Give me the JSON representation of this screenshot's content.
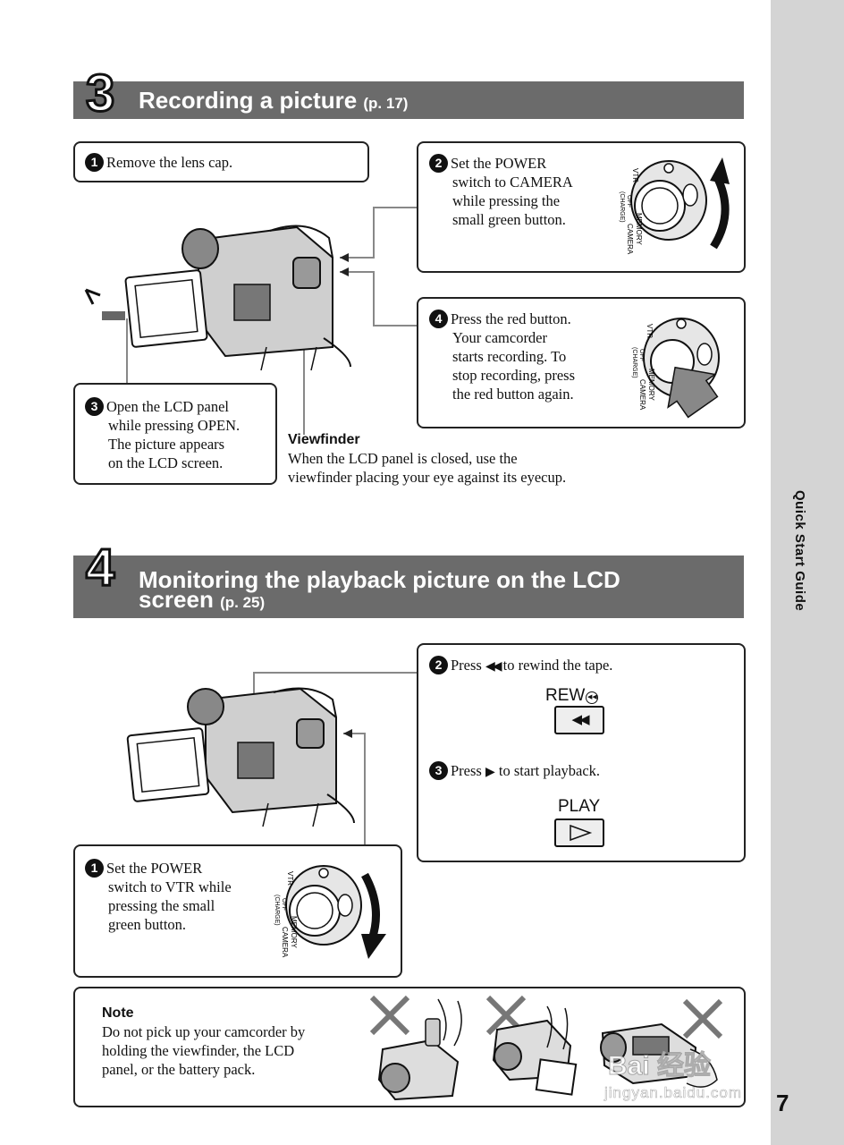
{
  "sidebar": {
    "section_label": "Quick Start Guide",
    "page_number": "7"
  },
  "section3": {
    "number": "3",
    "title": "Recording a picture",
    "page_ref": "(p. 17)",
    "step1": {
      "num": "1",
      "text": "Remove the lens cap."
    },
    "step2": {
      "num": "2",
      "lines": [
        "Set the POWER",
        "switch to CAMERA",
        "while pressing the",
        "small green button."
      ]
    },
    "step3": {
      "num": "3",
      "lines": [
        "Open the LCD panel",
        "while pressing OPEN.",
        "The picture appears",
        "on the LCD screen."
      ]
    },
    "step4": {
      "num": "4",
      "lines": [
        "Press the red button.",
        "Your camcorder",
        "starts recording. To",
        "stop recording, press",
        "the red button again."
      ]
    },
    "viewfinder": {
      "heading": "Viewfinder",
      "lines": [
        "When the LCD panel is closed, use the",
        "viewfinder placing your eye against its eyecup."
      ]
    }
  },
  "section4": {
    "number": "4",
    "title_line1": "Monitoring the playback picture on the LCD",
    "title_line2": "screen",
    "page_ref": "(p. 25)",
    "step1": {
      "num": "1",
      "lines": [
        "Set the POWER",
        "switch to VTR while",
        "pressing the small",
        "green button."
      ]
    },
    "step2": {
      "num": "2",
      "prefix": "Press",
      "suffix": "to rewind the tape.",
      "button_label": "REW"
    },
    "step3": {
      "num": "3",
      "prefix": "Press",
      "suffix": "to start playback.",
      "button_label": "PLAY"
    }
  },
  "note": {
    "heading": "Note",
    "lines": [
      "Do not pick up your camcorder by",
      "holding the viewfinder, the LCD",
      "panel, or the battery pack."
    ]
  },
  "dial_labels": {
    "vtr": "VTR",
    "off": "OFF",
    "charge": "(CHARGE)",
    "memory": "MEMORY",
    "camera": "CAMERA"
  },
  "watermark": {
    "logo": "Bai 经验",
    "url": "jingyan.baidu.com"
  },
  "colors": {
    "banner": "#6b6b6b",
    "sidebar": "#d4d4d4",
    "connector": "#888888"
  }
}
